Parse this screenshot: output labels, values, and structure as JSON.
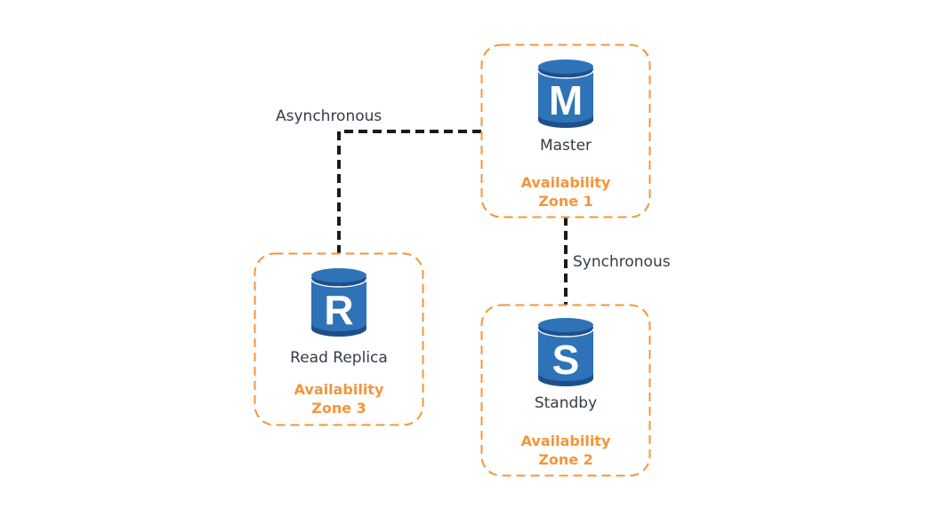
{
  "diagram": {
    "type": "architecture",
    "colors": {
      "zone_border": "#f5953a",
      "zone_label": "#f5953a",
      "connector": "#1a1a1a",
      "db_body": "#2e73b8",
      "db_dark": "#1f4f8a",
      "text": "#333d47"
    },
    "nodes": [
      {
        "id": "master",
        "icon": "database-icon",
        "letter": "M",
        "label": "Master",
        "zone_line1": "Availability",
        "zone_line2": "Zone 1"
      },
      {
        "id": "standby",
        "icon": "database-icon",
        "letter": "S",
        "label": "Standby",
        "zone_line1": "Availability",
        "zone_line2": "Zone 2"
      },
      {
        "id": "read-replica",
        "icon": "database-icon",
        "letter": "R",
        "label": "Read Replica",
        "zone_line1": "Availability",
        "zone_line2": "Zone 3"
      }
    ],
    "connections": [
      {
        "from": "master",
        "to": "read-replica",
        "label": "Asynchronous",
        "style": "dashed"
      },
      {
        "from": "master",
        "to": "standby",
        "label": "Synchronous",
        "style": "dashed"
      }
    ]
  }
}
